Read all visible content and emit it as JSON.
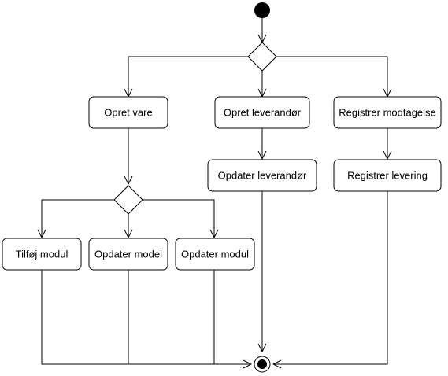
{
  "diagram": {
    "type": "uml-activity",
    "stroke_color": "#000000",
    "fill_color": "#ffffff",
    "actions": {
      "opret_vare": "Opret vare",
      "opret_leverandor": "Opret leverandør",
      "registrer_modtagelse": "Registrer modtagelse",
      "opdater_leverandor": "Opdater leverandør",
      "registrer_levering": "Registrer levering",
      "tilfoj_modul": "Tilføj modul",
      "opdater_model": "Opdater model",
      "opdater_modul": "Opdater modul"
    }
  }
}
